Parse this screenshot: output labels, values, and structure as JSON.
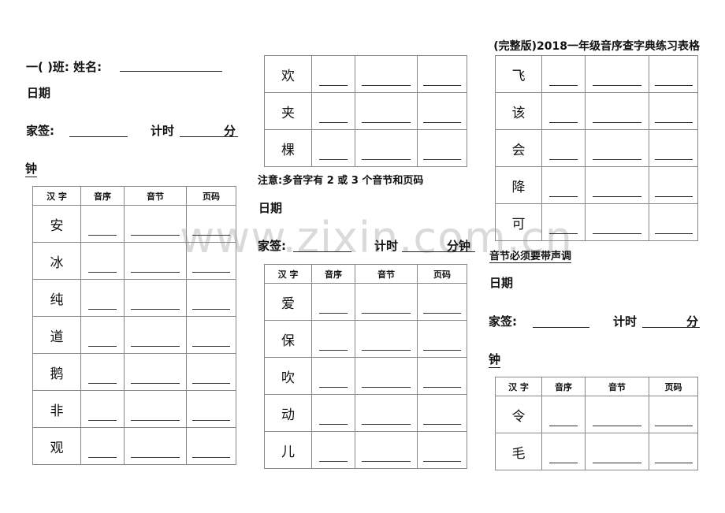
{
  "title": "(完整版)2018一年级音序查字典练习表格",
  "watermark": "www.zixin.com.cn",
  "header": {
    "class_name": "一(    )班:   姓名:"
  },
  "labels": {
    "date": "日期",
    "sign": "家签:",
    "timer": "计时",
    "minute": "分",
    "clock": "钟",
    "minute_clock": "分钟"
  },
  "note": "注意:多音字有 2 或 3 个音节和页码",
  "tone_note": "音节必须要带声调",
  "table_headers": [
    "汉 字",
    "音序",
    "音节",
    "页码"
  ],
  "tables": {
    "t1": [
      "安",
      "冰",
      "纯",
      "道",
      "鹅",
      "非",
      "观"
    ],
    "t2": [
      "欢",
      "夹",
      "棵"
    ],
    "t3": [
      "爱",
      "保",
      "吹",
      "动",
      "儿"
    ],
    "t4": [
      "飞",
      "该",
      "会",
      "降",
      "可"
    ],
    "t5": [
      "令",
      "毛"
    ]
  }
}
